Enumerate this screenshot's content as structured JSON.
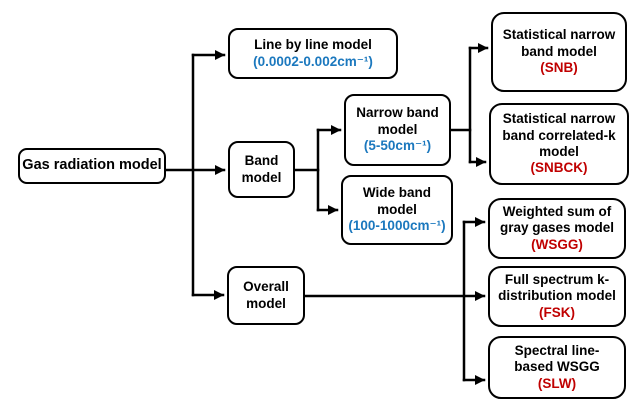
{
  "colors": {
    "connector": "#000000",
    "box_border": "#000000",
    "range_blue": "#1B78BE",
    "abbr_red": "#C00000",
    "background": "#FFFFFF"
  },
  "diagram": {
    "root": {
      "label": "Gas radiation model"
    },
    "level1": [
      {
        "label": "Line by line model",
        "range": "(0.0002-0.002cm⁻¹)"
      },
      {
        "label": "Band\nmodel"
      },
      {
        "label": "Overall\nmodel"
      }
    ],
    "band_children": [
      {
        "label": "Narrow band\nmodel",
        "range": "(5-50cm⁻¹)"
      },
      {
        "label": "Wide band\nmodel",
        "range": "(100-1000cm⁻¹)"
      }
    ],
    "narrow_band_children": [
      {
        "label": "Statistical narrow\nband model",
        "abbr": "(SNB)"
      },
      {
        "label": "Statistical narrow\nband correlated-k\nmodel",
        "abbr": "(SNBCK)"
      }
    ],
    "overall_children": [
      {
        "label": "Weighted sum of\ngray gases model",
        "abbr": "(WSGG)"
      },
      {
        "label": "Full spectrum k-\ndistribution model",
        "abbr": "(FSK)"
      },
      {
        "label": "Spectral line-\nbased WSGG",
        "abbr": "(SLW)"
      }
    ]
  }
}
